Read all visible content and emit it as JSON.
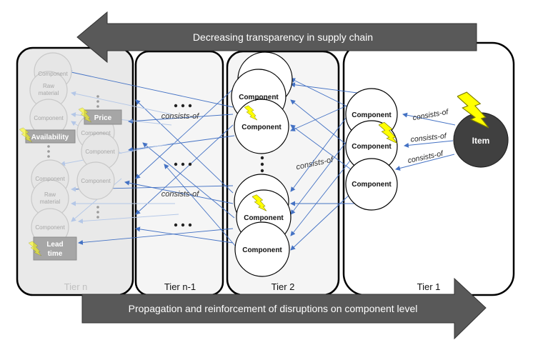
{
  "arrows": {
    "top_text": "Decreasing transparency in supply chain",
    "bottom_text": "Propagation and reinforcement of disruptions on component level"
  },
  "tiers": {
    "n": "Tier n",
    "n1": "Tier n-1",
    "t2": "Tier 2",
    "t1": "Tier 1"
  },
  "nodes": {
    "component": "Component",
    "raw_line1": "Raw",
    "raw_line2": "material",
    "item": "Item"
  },
  "badges": {
    "price": "Price",
    "availability": "Availability",
    "lead_line1": "Lead",
    "lead_line2": "time"
  },
  "relation": "consists-of",
  "colors": {
    "arrow_fill": "#595959",
    "item_fill": "#404040",
    "edge": "#4472c4",
    "lightning": "#ffff00",
    "faded_fill": "#e6e6e6",
    "faded_text": "#a6a6a6"
  }
}
